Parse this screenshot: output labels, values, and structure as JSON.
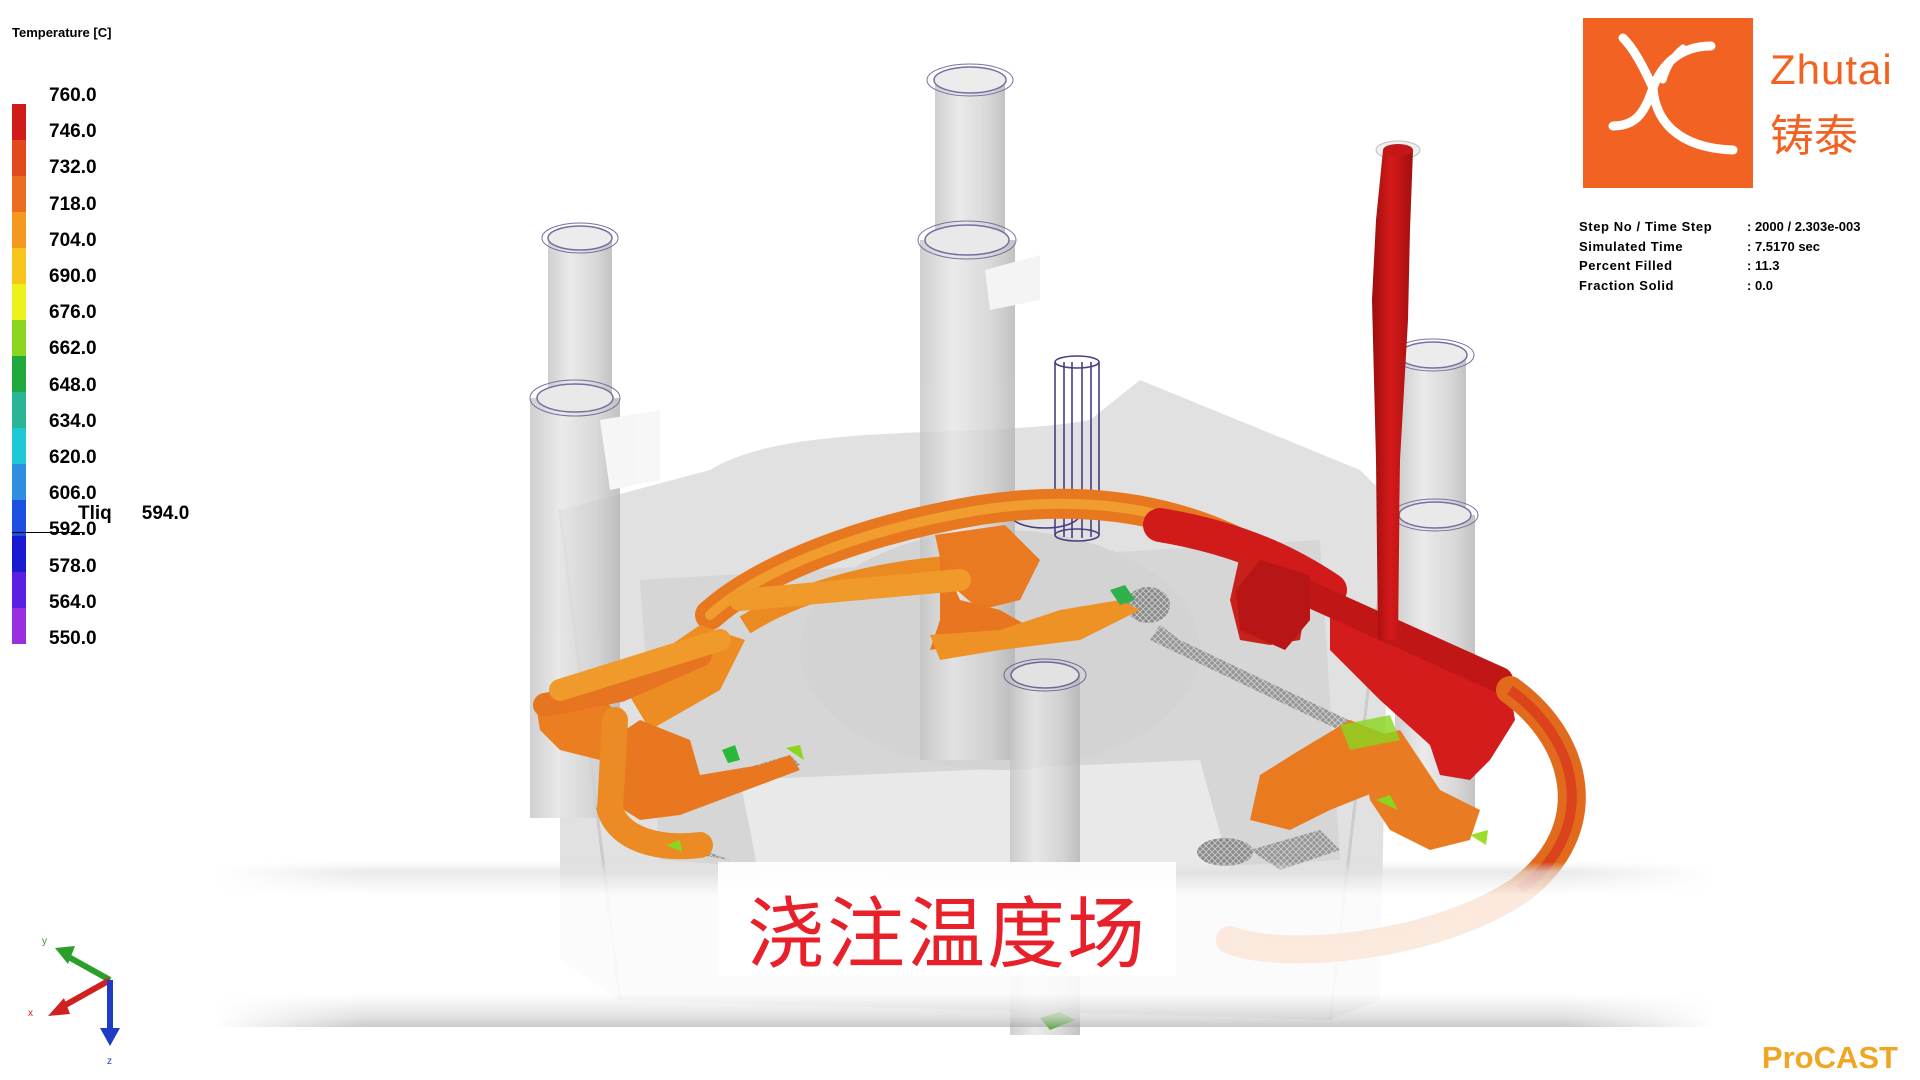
{
  "legend": {
    "title": "Temperature  [C]",
    "labels": [
      "760.0",
      "746.0",
      "732.0",
      "718.0",
      "704.0",
      "690.0",
      "676.0",
      "662.0",
      "648.0",
      "634.0",
      "620.0",
      "606.0",
      "592.0",
      "578.0",
      "564.0",
      "550.0"
    ],
    "colors": [
      "#d11a1a",
      "#e24a1c",
      "#eb6d1f",
      "#f5981f",
      "#f8c51d",
      "#eef21c",
      "#8ad61f",
      "#1fa83b",
      "#2ab597",
      "#1fc8d6",
      "#2e8ee0",
      "#1d4fe2",
      "#1a1ad2",
      "#5a1fe0",
      "#9a2fe0",
      "#c326c8"
    ],
    "tliq_label": "Tliq",
    "tliq_value": "594.0"
  },
  "logo": {
    "name_en": "Zhutai",
    "name_cn": "铸泰",
    "color": "#f26222"
  },
  "sim_info": [
    {
      "key": "Step No / Time Step",
      "value": ": 2000  /  2.303e-003"
    },
    {
      "key": "Simulated Time",
      "value": ": 7.5170  sec"
    },
    {
      "key": "Percent Filled",
      "value": ": 11.3"
    },
    {
      "key": "Fraction Solid",
      "value": ": 0.0"
    }
  ],
  "caption": "浇注温度场",
  "axes": {
    "y": "y",
    "x": "x",
    "z": "z"
  },
  "brand": "ProCAST"
}
